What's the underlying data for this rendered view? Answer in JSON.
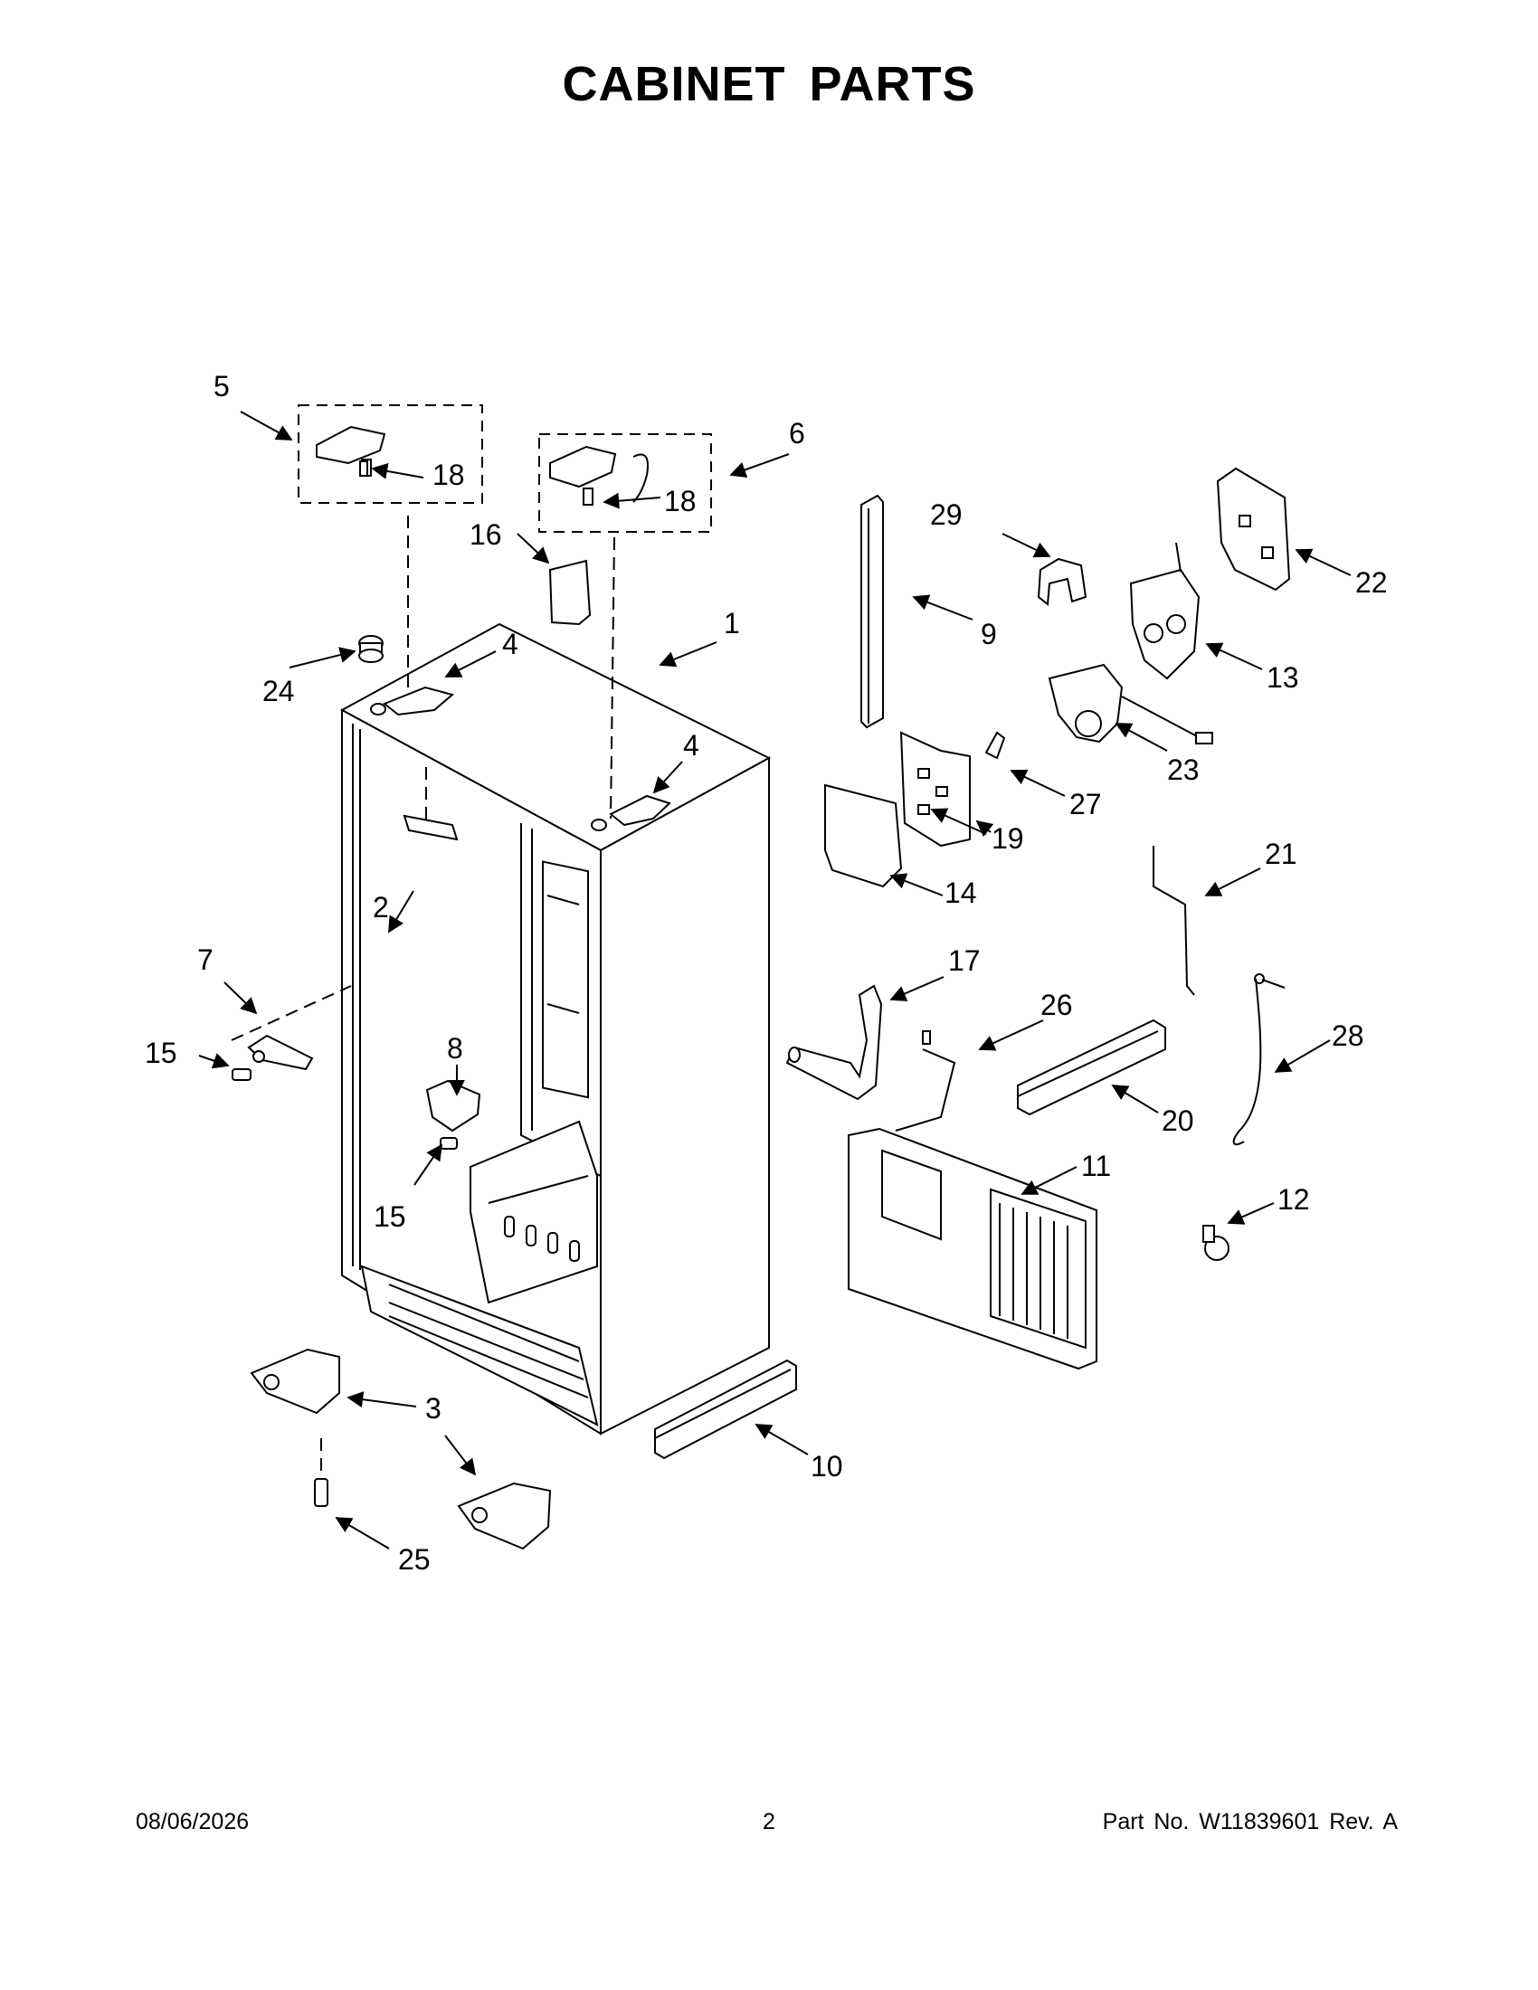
{
  "page": {
    "title": "CABINET PARTS"
  },
  "footer": {
    "date": "08/06/2026",
    "page_number": "2",
    "part_info": "Part No.  W11839601  Rev.  A"
  },
  "callouts": [
    {
      "id": "c1",
      "label": "1"
    },
    {
      "id": "c2",
      "label": "2"
    },
    {
      "id": "c3",
      "label": "3"
    },
    {
      "id": "c4a",
      "label": "4"
    },
    {
      "id": "c4b",
      "label": "4"
    },
    {
      "id": "c5",
      "label": "5"
    },
    {
      "id": "c6",
      "label": "6"
    },
    {
      "id": "c7",
      "label": "7"
    },
    {
      "id": "c8",
      "label": "8"
    },
    {
      "id": "c9",
      "label": "9"
    },
    {
      "id": "c10",
      "label": "10"
    },
    {
      "id": "c11",
      "label": "11"
    },
    {
      "id": "c12",
      "label": "12"
    },
    {
      "id": "c13",
      "label": "13"
    },
    {
      "id": "c14",
      "label": "14"
    },
    {
      "id": "c15a",
      "label": "15"
    },
    {
      "id": "c15b",
      "label": "15"
    },
    {
      "id": "c16",
      "label": "16"
    },
    {
      "id": "c17",
      "label": "17"
    },
    {
      "id": "c18a",
      "label": "18"
    },
    {
      "id": "c18b",
      "label": "18"
    },
    {
      "id": "c19",
      "label": "19"
    },
    {
      "id": "c20",
      "label": "20"
    },
    {
      "id": "c21",
      "label": "21"
    },
    {
      "id": "c22",
      "label": "22"
    },
    {
      "id": "c23",
      "label": "23"
    },
    {
      "id": "c24",
      "label": "24"
    },
    {
      "id": "c25",
      "label": "25"
    },
    {
      "id": "c26",
      "label": "26"
    },
    {
      "id": "c27",
      "label": "27"
    },
    {
      "id": "c28",
      "label": "28"
    },
    {
      "id": "c29",
      "label": "29"
    }
  ]
}
